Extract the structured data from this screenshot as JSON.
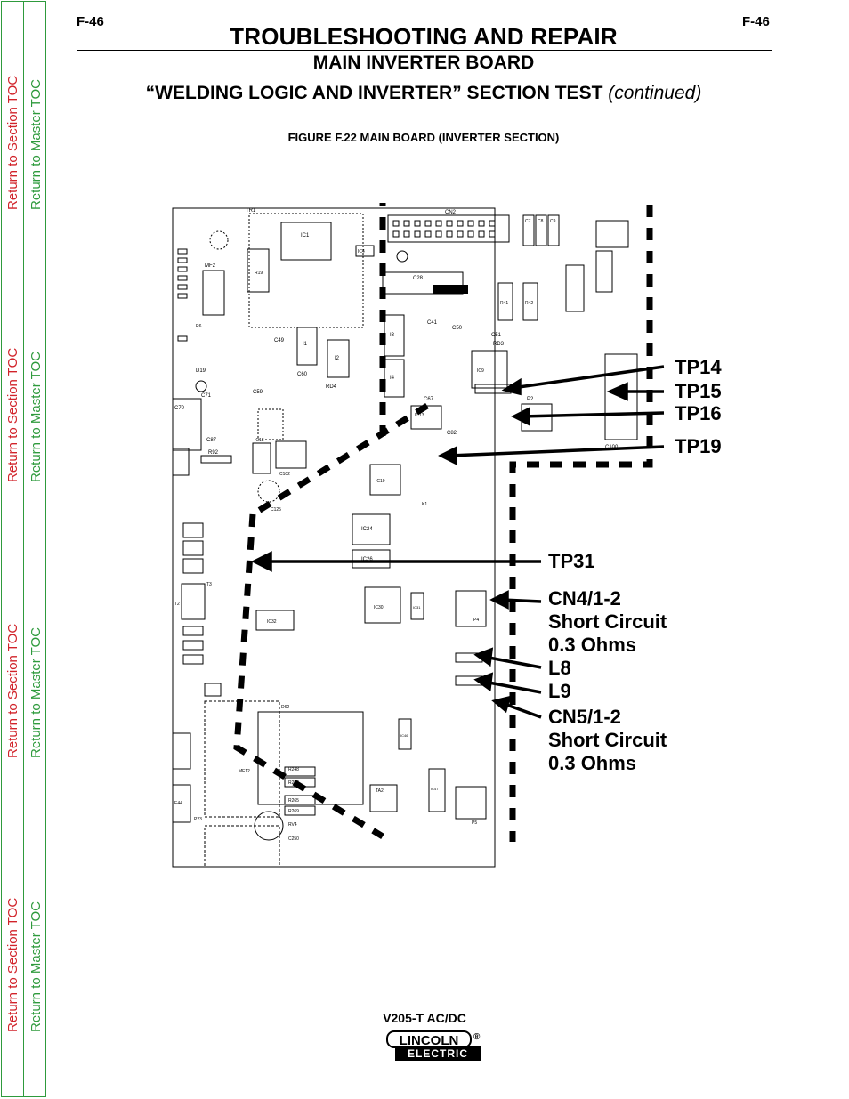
{
  "sidebar": {
    "groups": [
      {
        "section": "Return to Section TOC",
        "master": "Return to Master TOC"
      },
      {
        "section": "Return to Section TOC",
        "master": "Return to Master TOC"
      },
      {
        "section": "Return to Section TOC",
        "master": "Return to Master TOC"
      },
      {
        "section": "Return to Section TOC",
        "master": "Return to Master TOC"
      }
    ]
  },
  "header": {
    "page_left": "F-46",
    "page_right": "F-46",
    "title": "TROUBLESHOOTING AND REPAIR",
    "subtitle": "MAIN INVERTER BOARD",
    "section": "“WELDING LOGIC AND INVERTER” SECTION TEST",
    "continued": "(continued)",
    "figure_caption": "FIGURE F.22 MAIN  BOARD  (INVERTER SECTION)"
  },
  "board_labels": {
    "cn2": "CN2",
    "tr1": "TR1",
    "ic1": "IC1",
    "ic4": "IC4",
    "mf2": "MF2",
    "r19": "R19",
    "c28": "C28",
    "r41": "R41",
    "r42": "R42",
    "c7": "C7",
    "c8": "C8",
    "c9": "C9",
    "i1": "I1",
    "i2": "I2",
    "i3": "I3",
    "i4": "I4",
    "c49": "C49",
    "c60": "C60",
    "rd3": "RD3",
    "rd4": "RD4",
    "ic9": "IC9",
    "ic13": "IC13",
    "ic19": "IC19",
    "ic18": "IC18",
    "c102": "C102",
    "ic24": "IC24",
    "ic26": "IC26",
    "ic30": "IC30",
    "ic32": "IC32",
    "ic31": "IC31",
    "ic46": "IC46",
    "ic47": "IC47",
    "ta2": "TA2",
    "r248": "R248",
    "r252": "R252",
    "r265": "R265",
    "r269": "R269",
    "rv4": "RV4",
    "c250": "C250",
    "mf12": "MF12",
    "p23": "P23",
    "p4": "P4",
    "p5": "P5",
    "p2": "P2",
    "c70": "C70",
    "c71": "C71",
    "c59": "C59",
    "d19": "D19",
    "d62": "D62",
    "c87": "C87",
    "r92": "R92",
    "c125": "C125",
    "k1": "K1",
    "c100": "C100",
    "t2": "T2",
    "t3": "T3",
    "e44": "E44",
    "c41": "C41",
    "c50": "C50",
    "c51": "C51",
    "c67": "C67",
    "c82": "C82"
  },
  "callouts": {
    "tp14": "TP14",
    "tp15": "TP15",
    "tp16": "TP16",
    "tp19": "TP19",
    "tp31": "TP31",
    "cn4": [
      "CN4/1-2",
      "Short Circuit",
      "0.3 Ohms"
    ],
    "l8": "L8",
    "l9": "L9",
    "cn5": [
      "CN5/1-2",
      "Short Circuit",
      "0.3 Ohms"
    ]
  },
  "footer": {
    "model": "V205-T AC/DC",
    "logo_top": "LINCOLN",
    "logo_bottom": "ELECTRIC",
    "logo_reg": "®"
  }
}
